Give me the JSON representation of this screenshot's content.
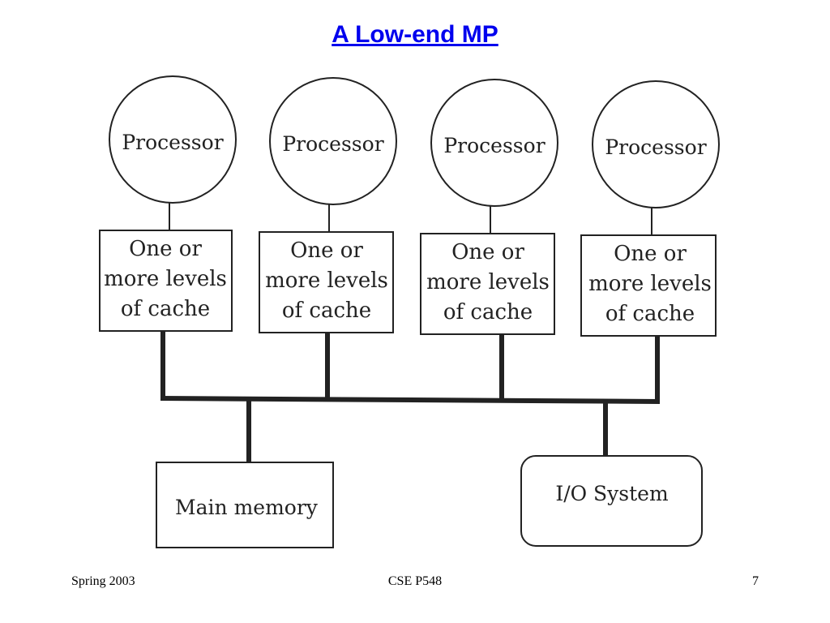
{
  "slide": {
    "title": "A Low-end MP"
  },
  "diagram": {
    "processors": [
      {
        "label": "Processor",
        "cache_lines": [
          "One or",
          "more levels",
          "of cache"
        ]
      },
      {
        "label": "Processor",
        "cache_lines": [
          "One or",
          "more levels",
          "of cache"
        ]
      },
      {
        "label": "Processor",
        "cache_lines": [
          "One or",
          "more levels",
          "of cache"
        ]
      },
      {
        "label": "Processor",
        "cache_lines": [
          "One or",
          "more levels",
          "of cache"
        ]
      }
    ],
    "main_memory": "Main memory",
    "io_system": "I/O System",
    "line_color": "#222222",
    "bus_color": "#222222"
  },
  "footer": {
    "left": "Spring 2003",
    "center": "CSE P548",
    "right": "7"
  }
}
